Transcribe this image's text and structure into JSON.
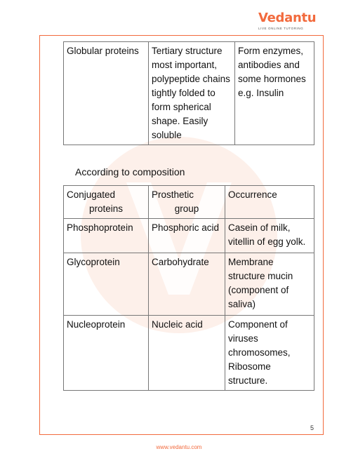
{
  "brand": {
    "name": "Vedantu",
    "tagline": "LIVE ONLINE TUTORING",
    "color": "#f26a3d"
  },
  "table_globular": {
    "row": [
      "Globular proteins",
      "Tertiary structure most important, polypeptide chains tightly folded to form spherical shape. Easily soluble",
      "Form enzymes, antibodies and some hormones e.g. Insulin"
    ]
  },
  "section_heading": "According to composition",
  "table_conjugated": {
    "headers": [
      "Conjugated",
      "proteins",
      "Prosthetic",
      "group",
      "Occurrence"
    ],
    "rows": [
      [
        "Phosphoprotein",
        "Phosphoric acid",
        "Casein of milk, vitellin of egg yolk."
      ],
      [
        "Glycoprotein",
        "Carbohydrate",
        "Membrane structure mucin (component of saliva)"
      ],
      [
        "Nucleoprotein",
        "Nucleic acid",
        "Component of viruses chromosomes, Ribosome structure."
      ]
    ]
  },
  "page_number": "5",
  "footer_url": "www.vedantu.com"
}
